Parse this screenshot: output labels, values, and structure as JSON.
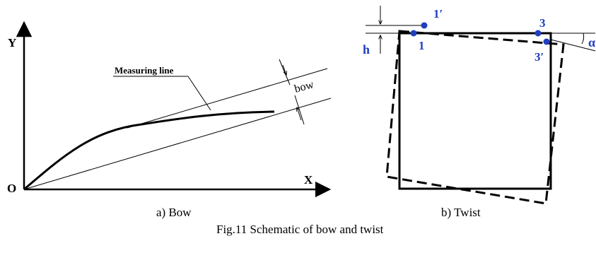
{
  "panel_a": {
    "y_axis_label": "Y",
    "x_axis_label": "X",
    "origin_label": "O",
    "measuring_line_label": "Measuring line",
    "bow_label": "bow",
    "caption": "a) Bow"
  },
  "panel_b": {
    "h_label": "h",
    "point_1": "1",
    "point_1_prime": "1′",
    "point_3": "3",
    "point_3_prime": "3′",
    "angle_label": "α",
    "caption": "b) Twist"
  },
  "figure_caption": "Fig.11 Schematic of bow and twist",
  "colors": {
    "line": "#000000",
    "point_markers": "#1f3fbf"
  }
}
